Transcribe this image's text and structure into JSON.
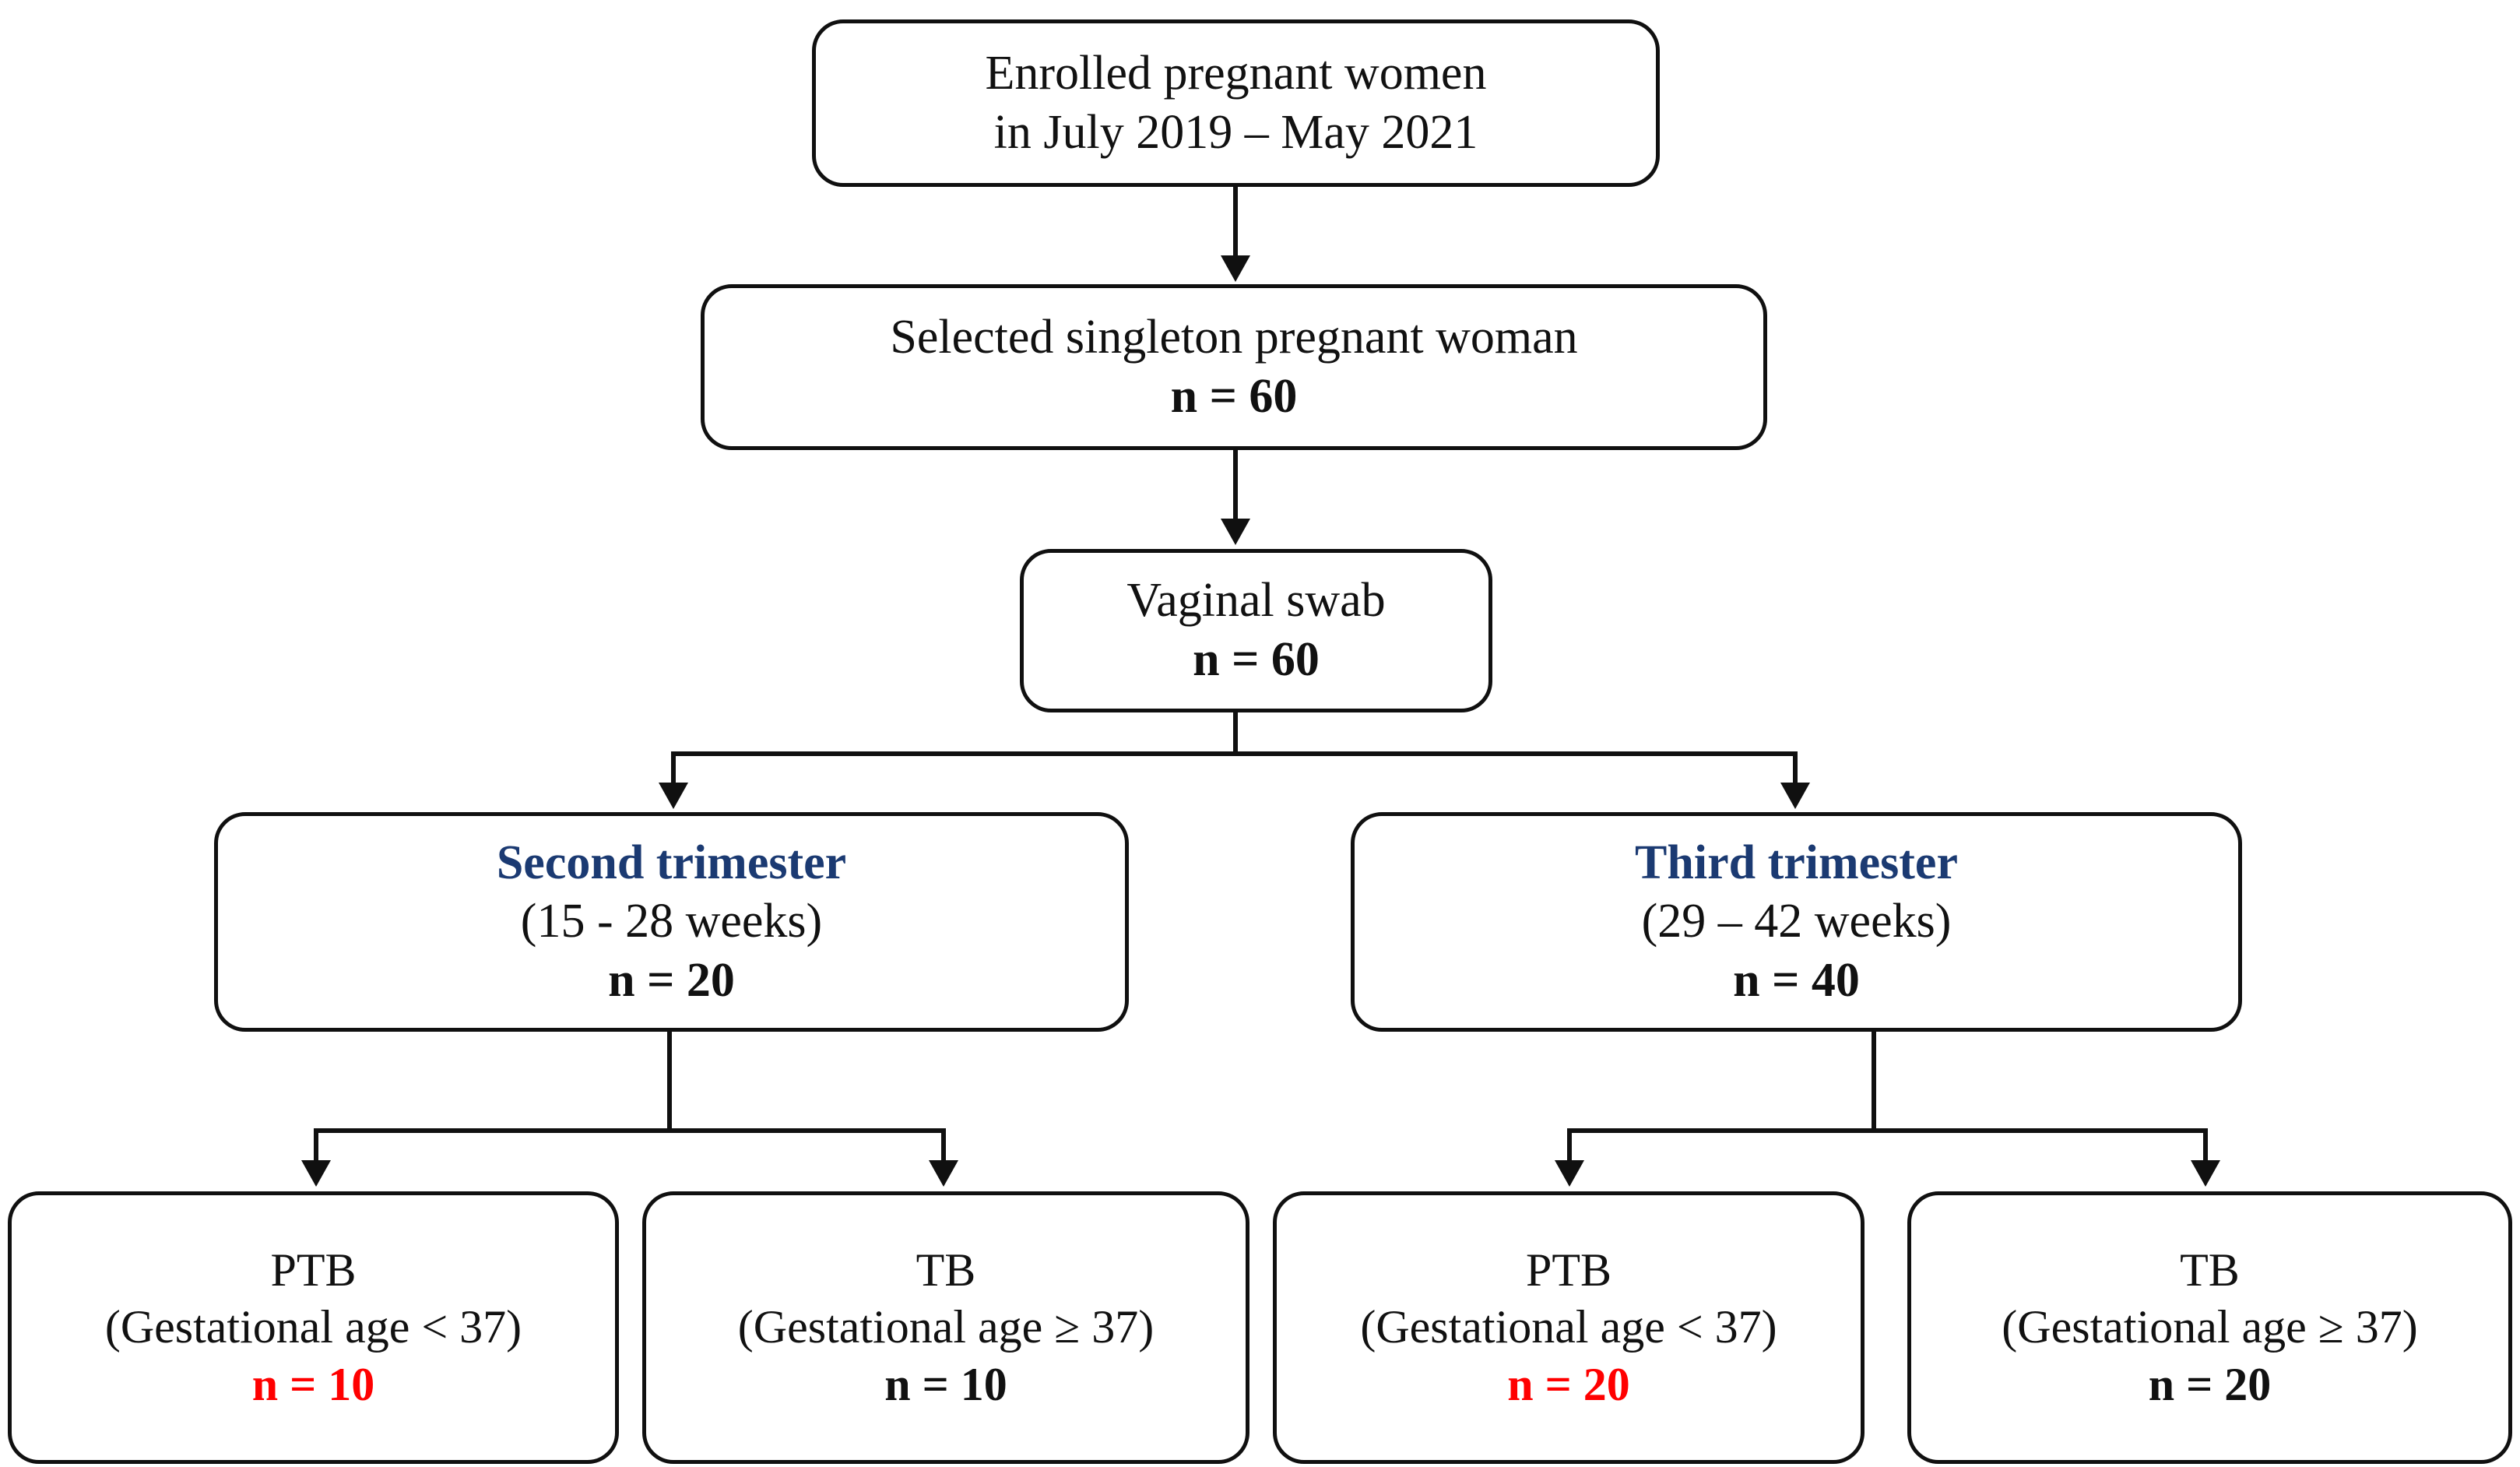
{
  "figure": {
    "type": "flowchart",
    "title": "Study enrollment and grouping flowchart",
    "colors": {
      "text": "#111111",
      "accent_blue": "#1b3a72",
      "accent_red": "#ff0000",
      "stroke": "#101010",
      "background": "#ffffff"
    }
  },
  "nodes": {
    "enrolled": {
      "line1": "Enrolled pregnant women",
      "line2": "in July 2019 – May 2021"
    },
    "selected": {
      "line1": "Selected singleton pregnant woman",
      "line2": "n = 60"
    },
    "swab": {
      "line1": "Vaginal swab",
      "line2": "n = 60"
    },
    "second_trimester": {
      "line1": "Second trimester",
      "line2": "(15 - 28 weeks)",
      "line3": "n = 20"
    },
    "third_trimester": {
      "line1": "Third trimester",
      "line2": "(29 – 42 weeks)",
      "line3": "n = 40"
    },
    "second_ptb": {
      "line1": "PTB",
      "line2": "(Gestational age < 37)",
      "line3": "n = 10"
    },
    "second_tb": {
      "line1": "TB",
      "line2": "(Gestational age ≥ 37)",
      "line3": "n = 10"
    },
    "third_ptb": {
      "line1": "PTB",
      "line2": "(Gestational age < 37)",
      "line3": "n = 20"
    },
    "third_tb": {
      "line1": "TB",
      "line2": "(Gestational age ≥ 37)",
      "line3": "n = 20"
    }
  },
  "counts": {
    "selected_total": 60,
    "swab_total": 60,
    "second_trimester": 20,
    "third_trimester": 40,
    "second_ptb": 10,
    "second_tb": 10,
    "third_ptb": 20,
    "third_tb": 20
  }
}
